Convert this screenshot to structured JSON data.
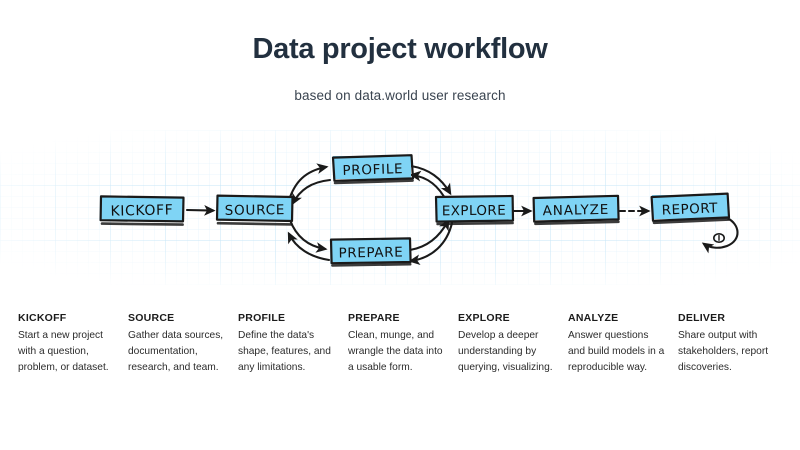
{
  "header": {
    "title": "Data project workflow",
    "subtitle": "based on data.world user research"
  },
  "colors": {
    "title": "#22303f",
    "highlight": "#7fd4f5",
    "ink": "#1a1a1a",
    "grid": "#cfe8f7",
    "caption_title": "#1b1b1b",
    "caption_body": "#2b2b2b"
  },
  "diagram": {
    "style": "hand-drawn sketch on graph paper",
    "nodes": [
      {
        "id": "kickoff",
        "label": "KICKOFF"
      },
      {
        "id": "source",
        "label": "SOURCE"
      },
      {
        "id": "profile",
        "label": "PROFILE"
      },
      {
        "id": "prepare",
        "label": "PREPARE"
      },
      {
        "id": "explore",
        "label": "EXPLORE"
      },
      {
        "id": "analyze",
        "label": "ANALYZE"
      },
      {
        "id": "report",
        "label": "REPORT"
      }
    ],
    "edges": [
      {
        "from": "kickoff",
        "to": "source",
        "kind": "straight-arrow"
      },
      {
        "from": "source",
        "to": "profile",
        "kind": "curved-arrow"
      },
      {
        "from": "profile",
        "to": "source",
        "kind": "curved-arrow"
      },
      {
        "from": "source",
        "to": "prepare",
        "kind": "curved-arrow"
      },
      {
        "from": "prepare",
        "to": "source",
        "kind": "curved-arrow"
      },
      {
        "from": "profile",
        "to": "explore",
        "kind": "curved-arrow"
      },
      {
        "from": "explore",
        "to": "profile",
        "kind": "curved-arrow"
      },
      {
        "from": "prepare",
        "to": "explore",
        "kind": "curved-arrow"
      },
      {
        "from": "explore",
        "to": "prepare",
        "kind": "curved-arrow"
      },
      {
        "from": "explore",
        "to": "analyze",
        "kind": "straight-arrow"
      },
      {
        "from": "analyze",
        "to": "report",
        "kind": "dashed-arrow"
      },
      {
        "from": "report",
        "to": "report",
        "kind": "loop-arrow"
      }
    ]
  },
  "captions": [
    {
      "title": "KICKOFF",
      "body": "Start a new project with a question, problem, or dataset."
    },
    {
      "title": "SOURCE",
      "body": "Gather data sources, documentation, research, and team."
    },
    {
      "title": "PROFILE",
      "body": "Define the data's shape, features, and any limitations."
    },
    {
      "title": "PREPARE",
      "body": "Clean, munge, and wrangle the data into a usable form."
    },
    {
      "title": "EXPLORE",
      "body": "Develop a deeper understanding by querying, visualizing."
    },
    {
      "title": "ANALYZE",
      "body": "Answer questions and build models in a reproducible way."
    },
    {
      "title": "DELIVER",
      "body": "Share output with stakeholders, report discoveries."
    }
  ]
}
